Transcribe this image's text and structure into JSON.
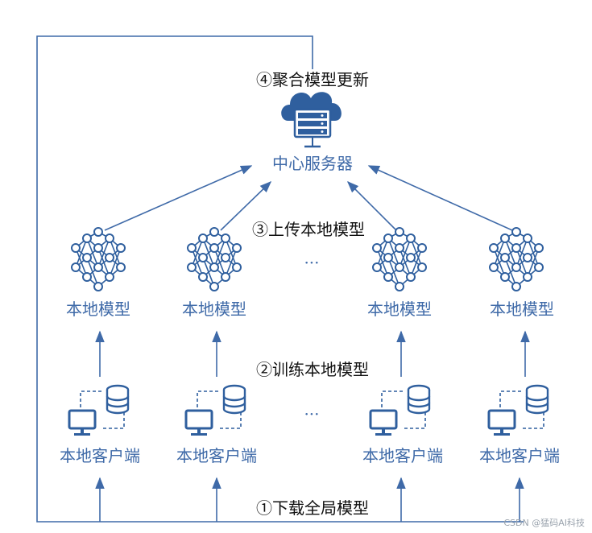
{
  "steps": {
    "step1": "①下载全局模型",
    "step2": "②训练本地模型",
    "step3": "③上传本地模型",
    "step4": "④聚合模型更新"
  },
  "server": {
    "label": "中心服务器",
    "icon": "cloud-server-icon"
  },
  "models": [
    {
      "label": "本地模型",
      "icon": "neural-network-icon"
    },
    {
      "label": "本地模型",
      "icon": "neural-network-icon"
    },
    {
      "label": "本地模型",
      "icon": "neural-network-icon"
    },
    {
      "label": "本地模型",
      "icon": "neural-network-icon"
    }
  ],
  "clients": [
    {
      "label": "本地客户端",
      "icon": "computer-database-icon"
    },
    {
      "label": "本地客户端",
      "icon": "computer-database-icon"
    },
    {
      "label": "本地客户端",
      "icon": "computer-database-icon"
    },
    {
      "label": "本地客户端",
      "icon": "computer-database-icon"
    }
  ],
  "ellipsis": "···",
  "watermark": "CSDN @猛码AI科技",
  "colors": {
    "blue": "#3f6aa8",
    "icon_blue": "#2f5f9e",
    "text": "#111111"
  }
}
